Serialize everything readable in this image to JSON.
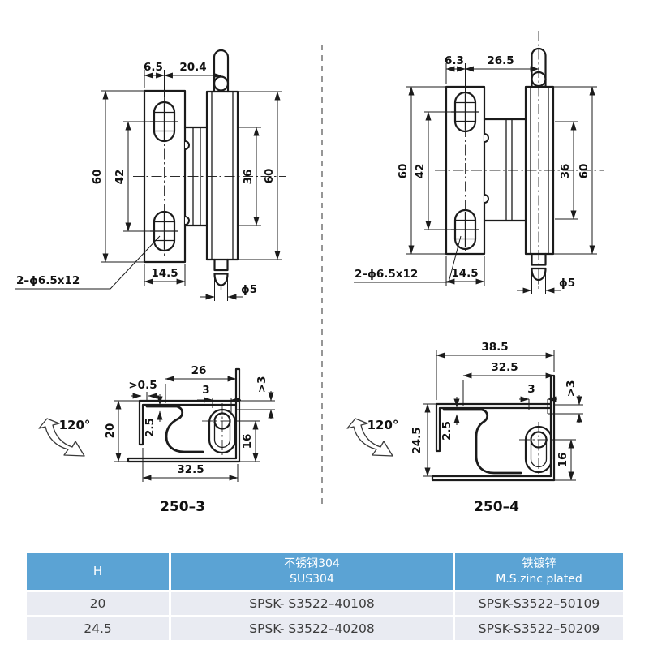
{
  "front_left": {
    "top_offset": "6.5",
    "top_span": "20.4",
    "height_left": "60",
    "hole_spacing": "42",
    "knuckle_height": "36",
    "height_right": "60",
    "leaf_width": "14.5",
    "pin_dia": "ϕ5",
    "slot_spec": "2–ϕ6.5x12"
  },
  "front_right": {
    "top_offset": "6.3",
    "top_span": "26.5",
    "height_left": "60",
    "hole_spacing": "42",
    "knuckle_height": "36",
    "height_right": "60",
    "leaf_width": "14.5",
    "pin_dia": "ϕ5",
    "slot_spec": "2–ϕ6.5x12"
  },
  "profile_left": {
    "label": "250–3",
    "open_angle": "120°",
    "gap": ">0.5",
    "top_width": "26",
    "pin_offset": "3",
    "edge_gap": ">3",
    "leaf_offset": "2.5",
    "height": "20",
    "pin_height": "16",
    "bottom_width": "32.5"
  },
  "profile_right": {
    "label": "250–4",
    "open_angle": "120°",
    "top_width": "38.5",
    "second_width": "32.5",
    "pin_offset": "3",
    "edge_gap": ">3",
    "leaf_offset": "2.5",
    "height": "24.5",
    "pin_height": "16"
  },
  "table": {
    "header": {
      "h": "H",
      "sus_line1": "不锈钢304",
      "sus_line2": "SUS304",
      "ms_line1": "铁镀锌",
      "ms_line2": "M.S.zinc plated"
    },
    "rows": [
      {
        "h": "20",
        "sus": "SPSK- S3522–40108",
        "ms": "SPSK-S3522–50109"
      },
      {
        "h": "24.5",
        "sus": "SPSK- S3522–40208",
        "ms": "SPSK-S3522–50209"
      }
    ]
  },
  "colors": {
    "header_bg": "#5ba3d4",
    "row_bg": "#e9ebf2",
    "row_bg_alt": "#eef0f5",
    "header_text": "#ffffff",
    "body_text": "#3c3c3c",
    "line": "#1b1b1b"
  }
}
